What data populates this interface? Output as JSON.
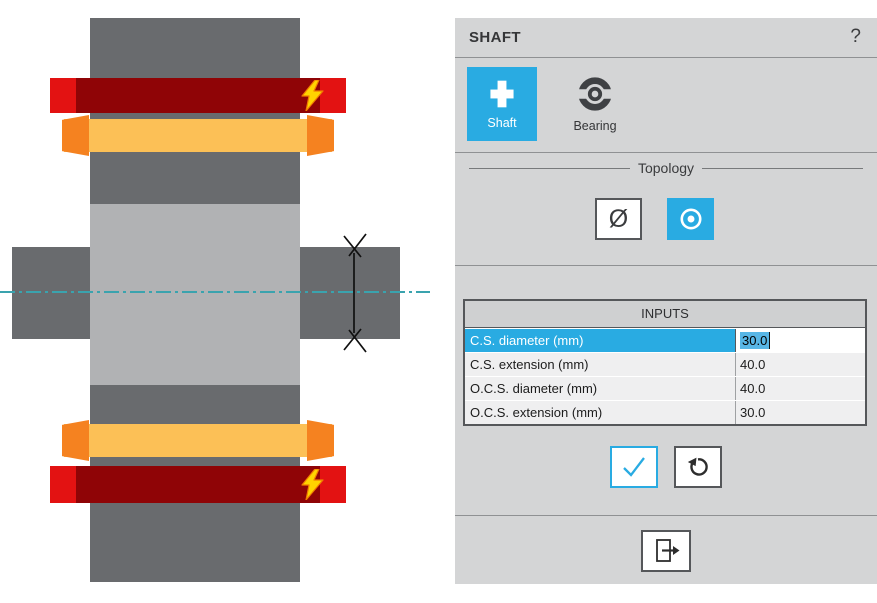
{
  "panel": {
    "title": "SHAFT",
    "help_label": "?",
    "tabs": [
      {
        "label": "Shaft",
        "icon": "shaft-icon",
        "active": true
      },
      {
        "label": "Bearing",
        "icon": "bearing-icon",
        "active": false
      }
    ],
    "topology": {
      "legend": "Topology",
      "options": [
        {
          "name": "open-shaft",
          "icon": "empty-set-icon",
          "symbol": "Ø",
          "selected": false
        },
        {
          "name": "closed-shaft",
          "icon": "circle-dot-icon",
          "selected": true
        }
      ]
    },
    "inputs": {
      "header": "INPUTS",
      "rows": [
        {
          "label": "C.S. diameter (mm)",
          "value": "30.0",
          "selected": true
        },
        {
          "label": "C.S. extension (mm)",
          "value": "40.0",
          "selected": false
        },
        {
          "label": "O.C.S. diameter (mm)",
          "value": "40.0",
          "selected": false
        },
        {
          "label": "O.C.S. extension (mm)",
          "value": "30.0",
          "selected": false
        }
      ]
    },
    "buttons": [
      {
        "name": "confirm",
        "icon": "check-icon"
      },
      {
        "name": "reset",
        "icon": "undo-icon"
      },
      {
        "name": "export",
        "icon": "export-icon"
      }
    ]
  },
  "diagram": {
    "icons": [
      "flash-icon",
      "flash-icon",
      "break-symbol-icon"
    ],
    "colors": {
      "shaft_dark": "#696b6e",
      "shaft_light": "#b1b2b4",
      "bearing_outer": "#8f0406",
      "bearing_outer_cap": "#e31212",
      "bearing_inner": "#fcc056",
      "bearing_inner_cap": "#f58220",
      "flash_fill": "#ffd400",
      "centerline": "#3aa3ae"
    }
  },
  "colors": {
    "accent": "#29abe2",
    "panel_bg": "#d4d5d6",
    "border_dark": "#55575a",
    "selection": "#58b6e6"
  }
}
